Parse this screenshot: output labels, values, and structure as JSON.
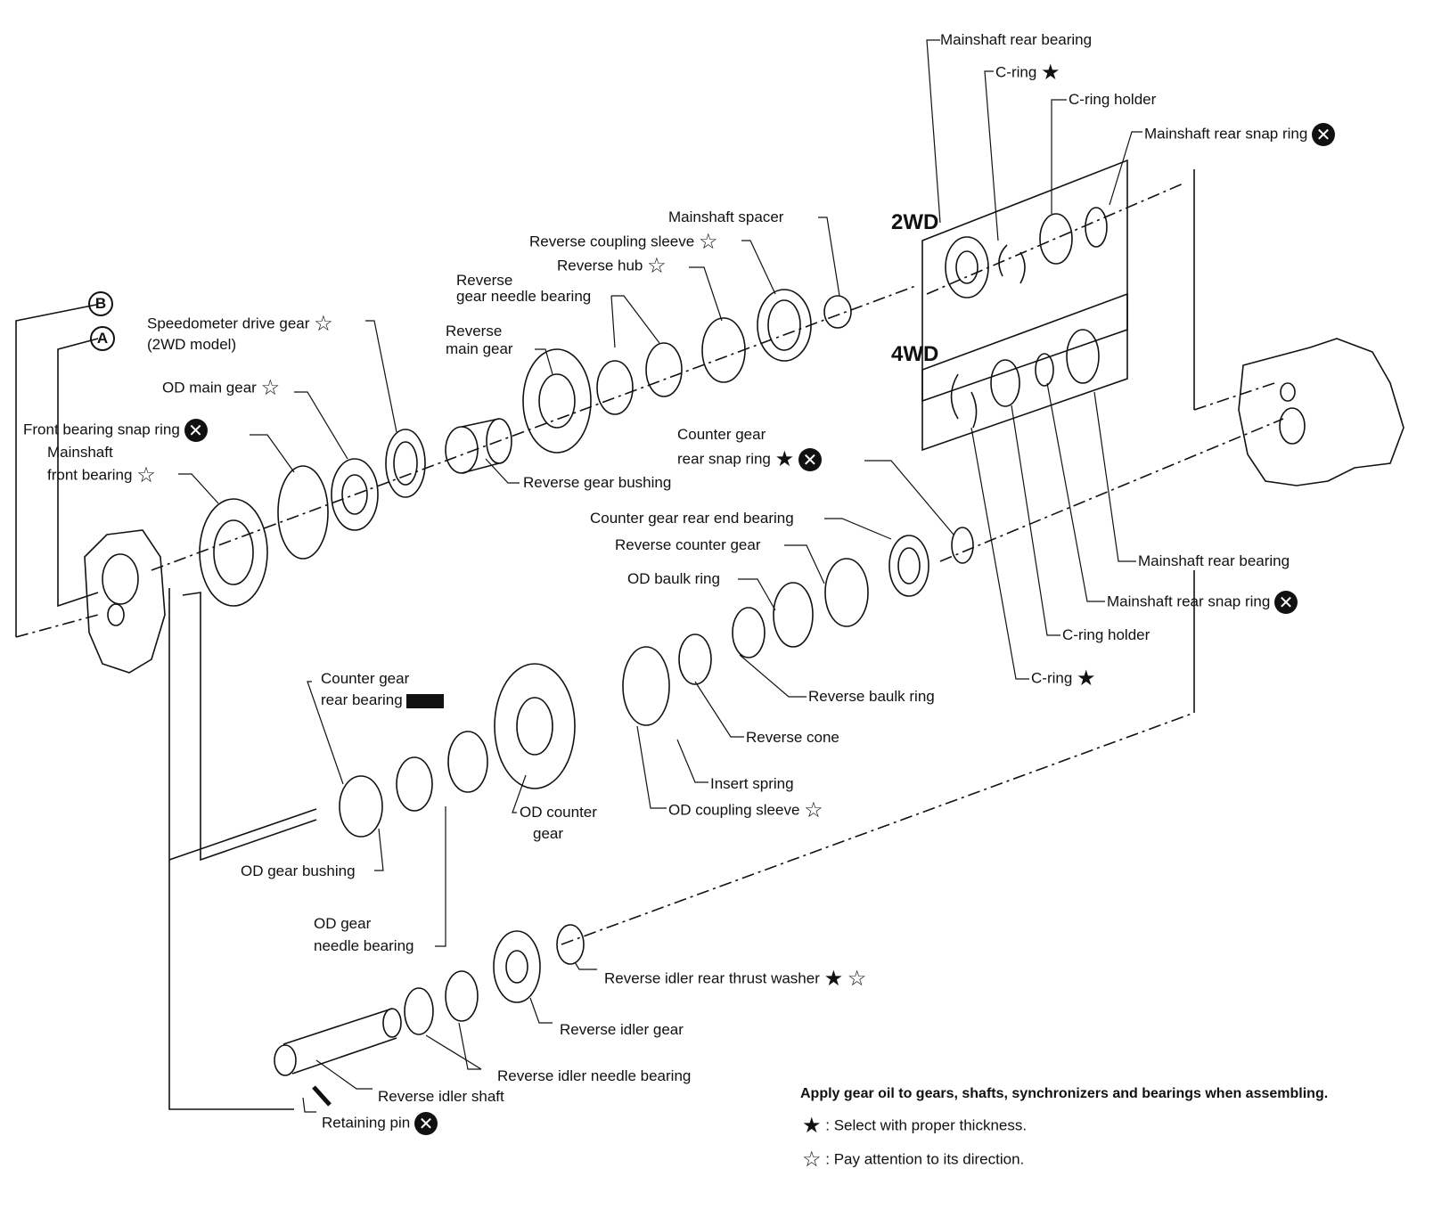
{
  "labels": {
    "mainshaft_rear_bearing_top": "Mainshaft rear bearing",
    "c_ring_top": "C-ring",
    "c_ring_holder_top": "C-ring holder",
    "mainshaft_rear_snap_ring_top": "Mainshaft rear snap ring",
    "mainshaft_spacer": "Mainshaft spacer",
    "reverse_coupling_sleeve": "Reverse coupling sleeve",
    "reverse_hub": "Reverse hub",
    "reverse_gear_needle_bearing_1": "Reverse",
    "reverse_gear_needle_bearing_2": "gear needle bearing",
    "reverse_main_gear_1": "Reverse",
    "reverse_main_gear_2": "main gear",
    "speedometer_drive_gear": "Speedometer drive gear",
    "speedometer_model": "(2WD model)",
    "od_main_gear": "OD main gear",
    "front_bearing_snap_ring": "Front bearing snap ring",
    "mainshaft_front_bearing_1": "Mainshaft",
    "mainshaft_front_bearing_2": "front bearing",
    "reverse_gear_bushing": "Reverse gear bushing",
    "counter_gear_rear_snap_ring_1": "Counter gear",
    "counter_gear_rear_snap_ring_2": "rear snap ring",
    "counter_gear_rear_end_bearing": "Counter gear rear end bearing",
    "reverse_counter_gear": "Reverse counter gear",
    "od_baulk_ring": "OD baulk ring",
    "mainshaft_rear_bearing_4wd": "Mainshaft rear bearing",
    "mainshaft_rear_snap_ring_4wd": "Mainshaft rear snap ring",
    "c_ring_holder_4wd": "C-ring holder",
    "c_ring_4wd": "C-ring",
    "counter_gear_rear_bearing_1": "Counter gear",
    "counter_gear_rear_bearing_2": "rear bearing",
    "reverse_baulk_ring": "Reverse baulk ring",
    "reverse_cone": "Reverse cone",
    "insert_spring": "Insert spring",
    "od_counter_gear_1": "OD counter",
    "od_counter_gear_2": "gear",
    "od_coupling_sleeve": "OD coupling sleeve",
    "od_gear_bushing": "OD gear bushing",
    "od_gear_needle_bearing_1": "OD gear",
    "od_gear_needle_bearing_2": "needle bearing",
    "reverse_idler_rear_thrust_washer": "Reverse idler rear thrust washer",
    "reverse_idler_gear": "Reverse idler gear",
    "reverse_idler_needle_bearing": "Reverse idler needle bearing",
    "reverse_idler_shaft": "Reverse idler shaft",
    "retaining_pin": "Retaining pin"
  },
  "variants": {
    "two_wd": "2WD",
    "four_wd": "4WD"
  },
  "refs": {
    "a": "A",
    "b": "B"
  },
  "notes": {
    "apply": "Apply gear oil to gears, shafts, synchronizers and bearings when assembling.",
    "black_star": ": Select with proper thickness.",
    "white_star": ": Pay attention to its direction."
  },
  "symbols": {
    "black_star": "★",
    "white_star": "☆",
    "x_circle": "✕"
  },
  "icons": [
    "black-star-icon",
    "white-star-icon",
    "x-circle-icon",
    "grease-box-icon"
  ]
}
